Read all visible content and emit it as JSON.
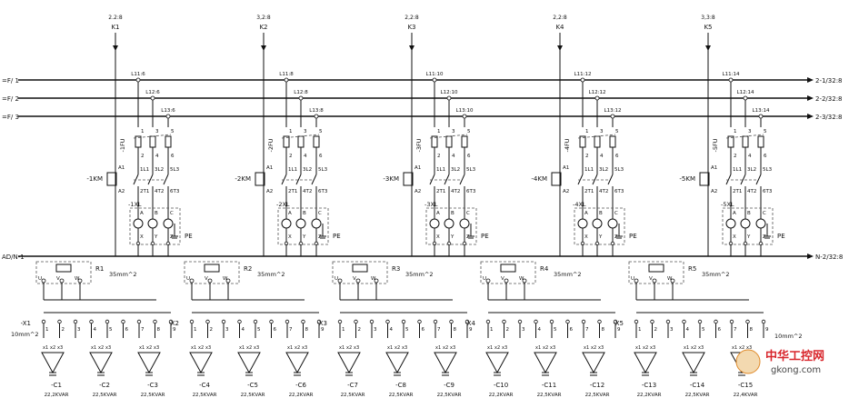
{
  "buses": {
    "left": [
      "=F/ 1",
      "=F/ 2",
      "=F/ 3",
      "AD/N-1"
    ],
    "right": [
      "2-1/32:8",
      "2-2/32:8",
      "2-3/32:8",
      "N-2/32:8"
    ]
  },
  "note_10mm_left": "10mm^2",
  "note_10mm_right": "10mm^2",
  "term_x_labels": [
    "x1",
    "x2",
    "x3"
  ],
  "uvw": [
    "U",
    "V",
    "W"
  ],
  "abc": [
    "A",
    "B",
    "C"
  ],
  "xyz": [
    "X",
    "Y",
    "Z"
  ],
  "pins_top": [
    "1",
    "3",
    "5"
  ],
  "pins_mid": [
    "2",
    "4",
    "6"
  ],
  "coil_pins": [
    "A1",
    "A2"
  ],
  "contact_in": [
    "1L1",
    "3L2",
    "5L3"
  ],
  "contact_out": [
    "2T1",
    "4T2",
    "6T3"
  ],
  "sections": [
    {
      "k_ref": "2.2:8",
      "k": "K1",
      "km": "-1KM",
      "fu": "-1FU",
      "xl": "-1XL",
      "pe": "PE",
      "r": "R1",
      "x": "-X1",
      "cable": "35mm^2",
      "taps": [
        "L11:6",
        "L12:6",
        "L13:6"
      ],
      "x_pins": [
        "1",
        "2",
        "3",
        "4",
        "5",
        "6",
        "7",
        "8",
        "9"
      ],
      "caps": [
        {
          "name": "-C1",
          "rating": "22,2KVAR"
        },
        {
          "name": "-C2",
          "rating": "22,5KVAR"
        },
        {
          "name": "-C3",
          "rating": "22,5KVAR"
        }
      ]
    },
    {
      "k_ref": "3,2:8",
      "k": "K2",
      "km": "-2KM",
      "fu": "-2FU",
      "xl": "-2XL",
      "pe": "PE",
      "r": "R2",
      "x": "-X2",
      "cable": "35mm^2",
      "taps": [
        "L11:8",
        "L12:8",
        "L13:8"
      ],
      "x_pins": [
        "1",
        "2",
        "3",
        "4",
        "5",
        "6",
        "7",
        "8",
        "9"
      ],
      "caps": [
        {
          "name": "-C4",
          "rating": "22,5KVAR"
        },
        {
          "name": "-C5",
          "rating": "22,5KVAR"
        },
        {
          "name": "-C6",
          "rating": "22,2KVAR"
        }
      ]
    },
    {
      "k_ref": "2,2:8",
      "k": "K3",
      "km": "-3KM",
      "fu": "-3FU",
      "xl": "-3XL",
      "pe": "PE",
      "r": "R3",
      "x": "-X3",
      "cable": "35mm^2",
      "taps": [
        "L11:10",
        "L12:10",
        "L13:10"
      ],
      "x_pins": [
        "1",
        "2",
        "3",
        "4",
        "5",
        "6",
        "7",
        "8",
        "9"
      ],
      "caps": [
        {
          "name": "-C7",
          "rating": "22,5KVAR"
        },
        {
          "name": "-C8",
          "rating": "22,5KVAR"
        },
        {
          "name": "-C9",
          "rating": "22,5KVAR"
        }
      ]
    },
    {
      "k_ref": "2,2:8",
      "k": "K4",
      "km": "-4KM",
      "fu": "-4FU",
      "xl": "-4XL",
      "pe": "PE",
      "r": "R4",
      "x": "-X4",
      "cable": "35mm^2",
      "taps": [
        "L11:12",
        "L12:12",
        "L13:12"
      ],
      "x_pins": [
        "1",
        "2",
        "3",
        "4",
        "5",
        "6",
        "7",
        "8",
        "9"
      ],
      "caps": [
        {
          "name": "-C10",
          "rating": "22,2KVAR"
        },
        {
          "name": "-C11",
          "rating": "22,5KVAR"
        },
        {
          "name": "-C12",
          "rating": "22,5KVAR"
        }
      ]
    },
    {
      "k_ref": "3,3:8",
      "k": "K5",
      "km": "-5KM",
      "fu": "-5FU",
      "xl": "-5XL",
      "pe": "PE",
      "r": "R5",
      "x": "-X5",
      "cable": "35mm^2",
      "taps": [
        "L11:14",
        "L12:14",
        "L13:14"
      ],
      "x_pins": [
        "1",
        "2",
        "3",
        "4",
        "5",
        "6",
        "7",
        "8",
        "9"
      ],
      "caps": [
        {
          "name": "-C13",
          "rating": "22,2KVAR"
        },
        {
          "name": "-C14",
          "rating": "22,5KVAR"
        },
        {
          "name": "-C15",
          "rating": "22,4KVAR"
        }
      ]
    }
  ],
  "watermark": {
    "cn": "中华工控网",
    "url": "gkong.com"
  }
}
